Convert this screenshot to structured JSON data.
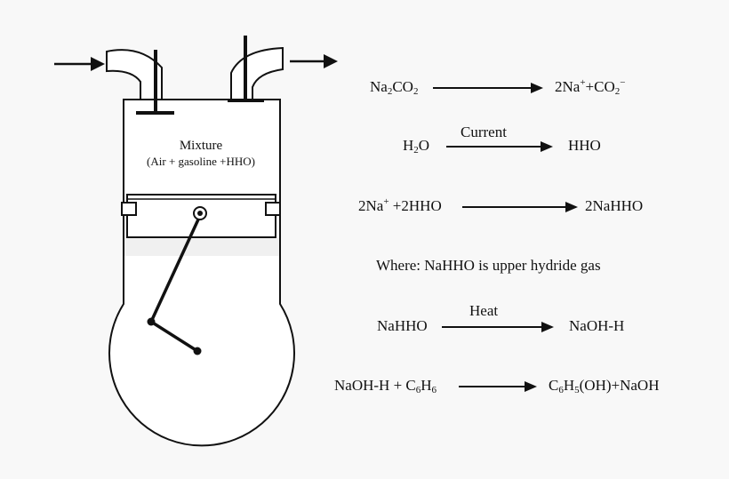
{
  "engine": {
    "mixture_title": "Mixture",
    "mixture_detail": "(Air + gasoline +HHO)"
  },
  "reactions": {
    "r1": {
      "left_a": "Na",
      "left_sub1": "2",
      "left_b": "CO",
      "left_sub2": "2",
      "right_a": "2Na",
      "right_sup1": "+",
      "right_b": "+CO",
      "right_sub": "2",
      "right_sup2": "−"
    },
    "r2": {
      "left_a": "H",
      "left_sub": "2",
      "left_b": "O",
      "condition": "Current",
      "right": "HHO"
    },
    "r3": {
      "left_a": "2Na",
      "left_sup": "+",
      "left_b": " +2HHO",
      "right": "2NaHHO"
    },
    "note": "Where: NaHHO is upper hydride gas",
    "r4": {
      "left": "NaHHO",
      "condition": "Heat",
      "right": "NaOH-H"
    },
    "r5": {
      "left_a": "NaOH-H + C",
      "left_sub1": "6",
      "left_b": "H",
      "left_sub2": "6",
      "right_a": "C",
      "right_sub1": "6",
      "right_b": "H",
      "right_sub2": "5",
      "right_c": "(OH)+NaOH"
    }
  }
}
